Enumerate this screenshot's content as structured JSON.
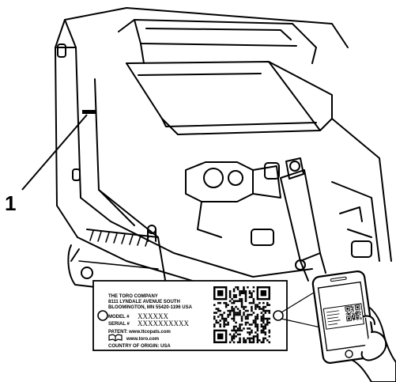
{
  "callout": {
    "number": "1"
  },
  "plate": {
    "company": "THE TORO COMPANY",
    "address1": "8111 LYNDALE AVENUE SOUTH",
    "address2": "BLOOMINGTON, MN 55420-1196 USA",
    "model_label": "MODEL #",
    "model_value": "XXXXXX",
    "serial_label": "SERIAL #",
    "serial_value": "XXXXXXXXXX",
    "patent": "PATENT: www.ttcopats.com",
    "website": "www.toro.com",
    "origin": "COUNTRY OF ORIGIN: USA"
  },
  "icons": {
    "manual": "open-book-icon",
    "qr": "qr-code-icon",
    "phone": "smartphone-icon",
    "hand": "hand-icon"
  },
  "colors": {
    "line": "#000000",
    "background": "#ffffff"
  }
}
